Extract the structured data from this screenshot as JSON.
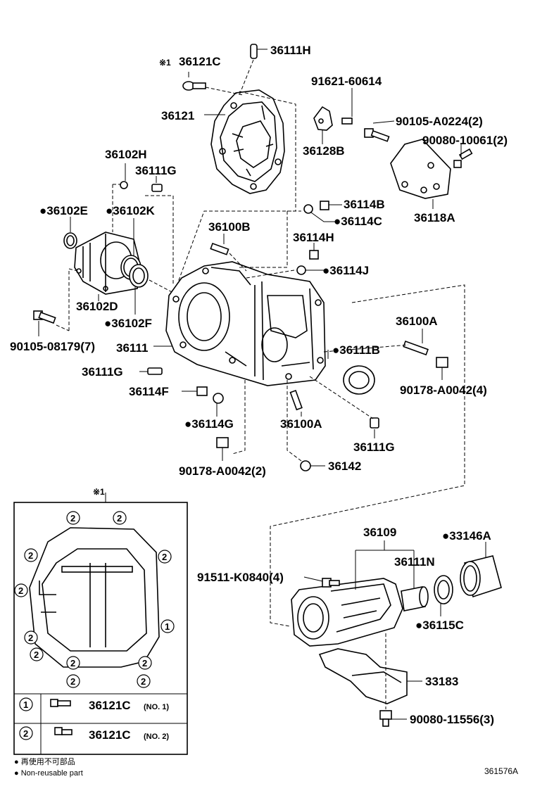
{
  "labels": {
    "36111H_top": "36111H",
    "36121C_top": "36121C",
    "note_mark_top": "※1",
    "36121": "36121",
    "91621-60614": "91621-60614",
    "90105-A0224": "90105-A0224(2)",
    "90080-10061": "90080-10061(2)",
    "36128B": "36128B",
    "36118A": "36118A",
    "36102H": "36102H",
    "36111G_a": "36111G",
    "36102E": "36102E",
    "36102K": "36102K",
    "36114B": "36114B",
    "36114C": "36114C",
    "36100B": "36100B",
    "36114H": "36114H",
    "36114J": "36114J",
    "36102D": "36102D",
    "36102F": "36102F",
    "90105-08179": "90105-08179(7)",
    "36111": "36111",
    "36100A_a": "36100A",
    "36111B": "36111B",
    "90178-A0042_4": "90178-A0042(4)",
    "36111G_b": "36111G",
    "36114F": "36114F",
    "36114G": "36114G",
    "36100A_b": "36100A",
    "36111G_c": "36111G",
    "90178-A0042_2": "90178-A0042(2)",
    "36142": "36142",
    "36109": "36109",
    "33146A": "33146A",
    "36111N": "36111N",
    "91511-K0840": "91511-K0840(4)",
    "36115C": "36115C",
    "33183": "33183",
    "90080-11556": "90080-11556(3)"
  },
  "inset": {
    "mark": "※1",
    "bolt_no1_circle": "1",
    "bolt_no1_part": "36121C",
    "bolt_no1_suffix": "(NO. 1)",
    "bolt_no2_circle": "2",
    "bolt_no2_part": "36121C",
    "bolt_no2_suffix": "(NO. 2)",
    "cover_circle_one": "1",
    "cover_circle_two": "2"
  },
  "legend": {
    "line1": "● 再使用不可部品",
    "line2": "● Non-reusable part"
  },
  "diagram_code": "361576A"
}
